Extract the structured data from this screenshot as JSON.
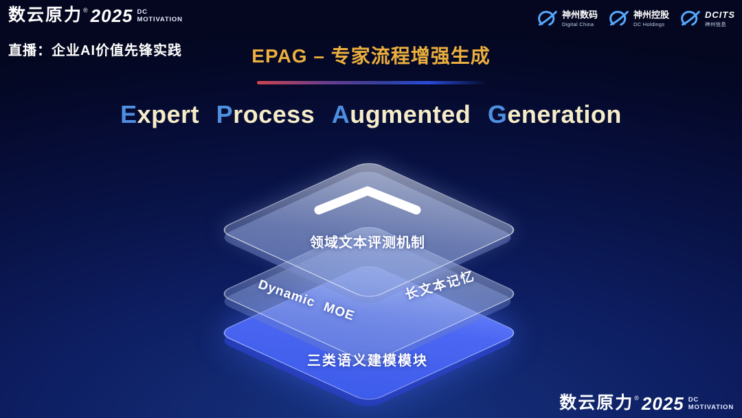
{
  "colors": {
    "accent_gold": "#ecaf3e",
    "capital_blue": "#4e8fdf",
    "lowercase_cream": "#f6ecc8",
    "layer_blue": "#3d5cea",
    "swoosh_blue": "#57a8ff",
    "divider_red": "#cf4250",
    "divider_blue": "#2a4bd7"
  },
  "brand": {
    "name": "数云原力",
    "reg": "®",
    "year": "2025",
    "tag_line1": "DC",
    "tag_line2": "MOTIVATION"
  },
  "header": {
    "live_label": "直播：企业AI价值先锋实践",
    "slide_title": "EPAG – 专家流程增强生成",
    "partners": [
      {
        "name": "神州数码",
        "sub": "Digital China"
      },
      {
        "name": "神州控股",
        "sub": "DC Holdings"
      },
      {
        "name": "DCITS",
        "sub": "神州信息"
      }
    ]
  },
  "main": {
    "english_title": {
      "w1cap": "E",
      "w1rest": "xpert",
      "w2cap": "P",
      "w2rest": "rocess",
      "w3cap": "A",
      "w3rest": "ugmented",
      "w4cap": "G",
      "w4rest": "eneration"
    },
    "stack": {
      "top_label": "领域文本评测机制",
      "middle_left_label": "Dynamic MOE",
      "middle_right_label": "长文本记忆",
      "bottom_label": "三类语义建模模块"
    }
  }
}
